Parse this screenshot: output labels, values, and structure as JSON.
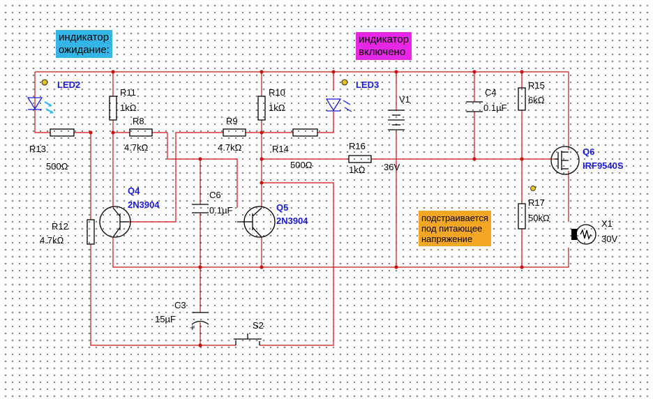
{
  "notes": {
    "standby": "индикатор\nожидание:",
    "on": "индикатор\nвключено",
    "adjust": "подстраивается\nпод питающее\nнапряжение"
  },
  "components": {
    "led2": "LED2",
    "led3": "LED3",
    "r13": "R13",
    "r13_val": "500Ω",
    "r11": "R11",
    "r11_val": "1kΩ",
    "r8": "R8",
    "r8_val": "4.7kΩ",
    "r9": "R9",
    "r9_val": "4.7kΩ",
    "r10": "R10",
    "r10_val": "1kΩ",
    "r14": "R14",
    "r14_val": "500Ω",
    "r16": "R16",
    "r16_val": "1kΩ",
    "v1": "V1",
    "v1_val": "36V",
    "c4": "C4",
    "c4_val": "0.1µF",
    "r15": "R15",
    "r15_val": "6kΩ",
    "q6": "Q6",
    "q6_val": "IRF9540S",
    "r17": "R17",
    "r17_val": "50kΩ",
    "x1": "X1",
    "x1_val": "30V",
    "q4": "Q4",
    "q4_val": "2N3904",
    "q5": "Q5",
    "q5_val": "2N3904",
    "c6": "C6",
    "c6_val": "0.1µF",
    "r12": "R12",
    "r12_val": "4.7kΩ",
    "c3": "C3",
    "c3_val": "15µF",
    "s2": "S2"
  },
  "colors": {
    "wire": "#cc1111",
    "label_blue": "#1a1ad6",
    "note_standby": "#33b5e8",
    "note_on": "#e628e6",
    "note_adjust": "#f5a623"
  }
}
